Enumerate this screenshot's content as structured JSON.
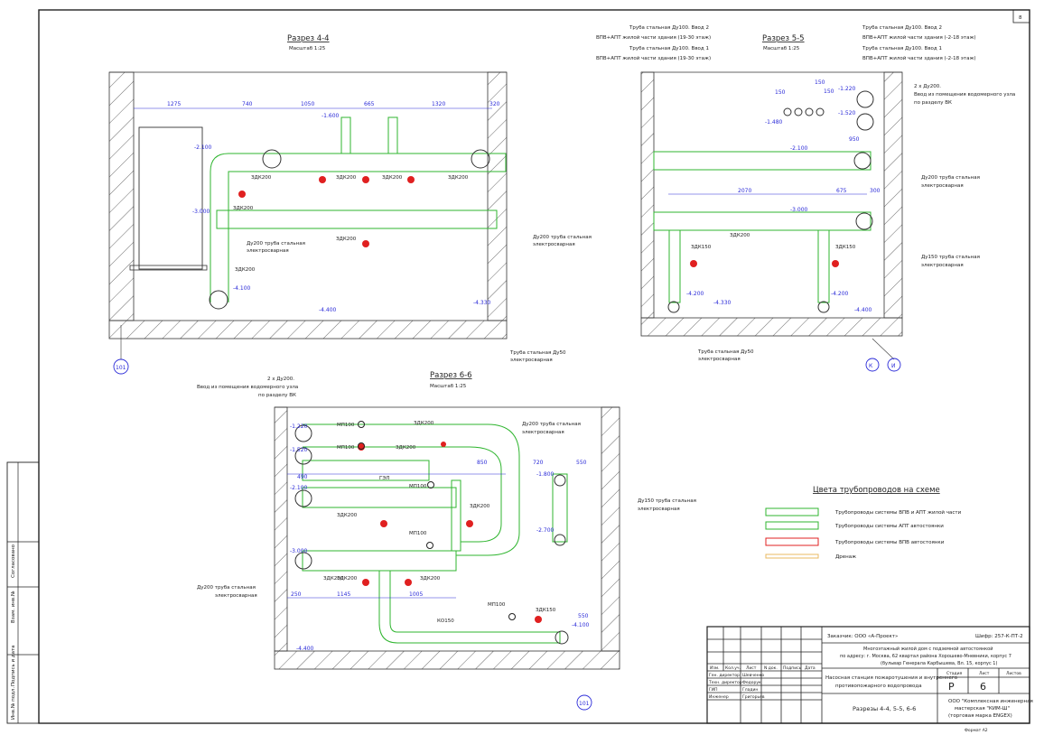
{
  "sheet_number": "8",
  "sections": {
    "s44": {
      "title": "Разрез 4-4",
      "scale": "Масштаб 1:25"
    },
    "s55": {
      "title": "Разрез 5-5",
      "scale": "Масштаб 1:25"
    },
    "s66": {
      "title": "Разрез 6-6",
      "scale": "Масштаб 1:25"
    }
  },
  "dims_s44": [
    "1275",
    "740",
    "1050",
    "665",
    "1320",
    "320"
  ],
  "dims_s55": [
    "150",
    "150",
    "150",
    "950",
    "2070",
    "675",
    "300"
  ],
  "dims_s66": [
    "490",
    "850",
    "720",
    "550",
    "250",
    "1145",
    "1005",
    "550"
  ],
  "levels_s44": [
    "-1.600",
    "-2.100",
    "-3.000",
    "-4.100",
    "-4.400",
    "-4.330"
  ],
  "levels_s55": [
    "-1.220",
    "-1.520",
    "-1.480",
    "-2.100",
    "-3.000",
    "-4.200",
    "-4.330",
    "-4.200",
    "-4.400"
  ],
  "levels_s66": [
    "-1.220",
    "-1.520",
    "-2.100",
    "-3.000",
    "-1.800",
    "-2.700",
    "-4.100",
    "-4.400"
  ],
  "valves_s44": [
    "ЗДК200",
    "ЗДК200",
    "ЗДК200",
    "ЗДК200",
    "ЗДК200",
    "ЗДК200",
    "ЗДК200"
  ],
  "valves_s55": [
    "ЗДК200",
    "ЗДК150",
    "ЗДК150"
  ],
  "valves_s66": [
    "МП100",
    "МП100",
    "МП100",
    "МП100",
    "МП100",
    "ЗДК200",
    "ЗДК200",
    "ЗДК200",
    "ЗДК200",
    "ЗДК200",
    "ЗДК200",
    "ЗДК200",
    "ЗДК150",
    "КО150",
    "ГЭЛ"
  ],
  "axes": {
    "a101_top": "101",
    "a101_bottom": "101",
    "k": "К",
    "i": "И"
  },
  "labels": {
    "pipe_d200_1": "Ду200 труба стальная",
    "pipe_d200_1b": "электросварная",
    "pipe_d200_2": "Ду200 труба стальная",
    "pipe_d200_2b": "электросварная",
    "pipe_d50": "Труба стальная Ду50",
    "pipe_d50b": "электросварная",
    "s55_in1a": "Труба стальная Ду100. Ввод 2",
    "s55_in1b": "ВПВ+АПТ жилой части здания (19-30 этаж)",
    "s55_in2a": "Труба стальная Ду100. Ввод 1",
    "s55_in2b": "ВПВ+АПТ жилой части здания (19-30 этаж)",
    "s55_in3a": "Труба стальная Ду100. Ввод 2",
    "s55_in3b": "ВПВ+АПТ жилой части здания (-2-18 этаж)",
    "s55_in4a": "Труба стальная Ду100. Ввод 1",
    "s55_in4b": "ВПВ+АПТ жилой части здания (-2-18 этаж)",
    "s55_vk1": "2 х Ду200.",
    "s55_vk2": "Ввод из помещения водомерного узла",
    "s55_vk3": "по разделу ВК",
    "s55_d200a": "Ду200 труба стальная",
    "s55_d200b": "электросварная",
    "s55_d150a": "Ду150 труба стальная",
    "s55_d150b": "электросварная",
    "s55_d50a": "Труба стальная Ду50",
    "s55_d50b": "электросварная",
    "s66_vk1": "2 х Ду200.",
    "s66_vk2": "Ввод из помещения водомерного узла",
    "s66_vk3": "по разделу ВК",
    "s66_d200a": "Ду200 труба стальная",
    "s66_d200b": "электросварная",
    "s66_d150a": "Ду150 труба стальная",
    "s66_d150b": "электросварная",
    "s66_d200la": "Ду200 труба стальная",
    "s66_d200lb": "электросварная"
  },
  "legend": {
    "title": "Цвета трубопроводов на схеме",
    "items": [
      {
        "label": "Трубопроводы системы ВПВ и АПТ жилой части",
        "color": "#2fb52f"
      },
      {
        "label": "Трубопроводы системы АПТ автостоянки",
        "color": "#2fb52f"
      },
      {
        "label": "Трубопроводы системы ВПВ автостоянки",
        "color": "#e02020"
      },
      {
        "label": "Дренаж",
        "color": "#e8b860"
      }
    ]
  },
  "left_stamp": [
    "Согласовано",
    "Взам. инв.№",
    "Подпись и дата",
    "Инв.№ подл."
  ],
  "title_block": {
    "customer": "Заказчик: ООО «А-Проект»",
    "code": "Шифр: 257-К-ПТ-2",
    "object1": "Многоэтажный жилой дом с подземной автостоянкой",
    "object2": "по адресу: г. Москва, 62 квартал района Хорошево-Мневники, корпус 7",
    "object3": "(бульвар Генерала Карбышева, Вл. 15, корпус 1)",
    "system1": "Насосная станция пожаротушения и внутреннего",
    "system2": "противопожарного водопровода",
    "stage_h": "Стадия",
    "sheet_h": "Лист",
    "sheets_h": "Листов",
    "stage": "Р",
    "sheet": "6",
    "drawing": "Разрезы 4-4, 5-5, 6-6",
    "org1": "ООО \"Комплексная инженерная",
    "org2": "мастерская \"КИМ-Ш\"",
    "org3": "(торговая марка ENGEX)",
    "format": "Формат А2",
    "cols": [
      "Изм.",
      "Кол.уч.",
      "Лист",
      "N док.",
      "Подпись",
      "Дата"
    ],
    "roles": [
      "Ген. директор",
      "Техн. директор",
      "ГИП",
      "Инженер"
    ],
    "names": [
      "Шевченко",
      "Федорук",
      "Гладин",
      "Григорьев"
    ]
  }
}
